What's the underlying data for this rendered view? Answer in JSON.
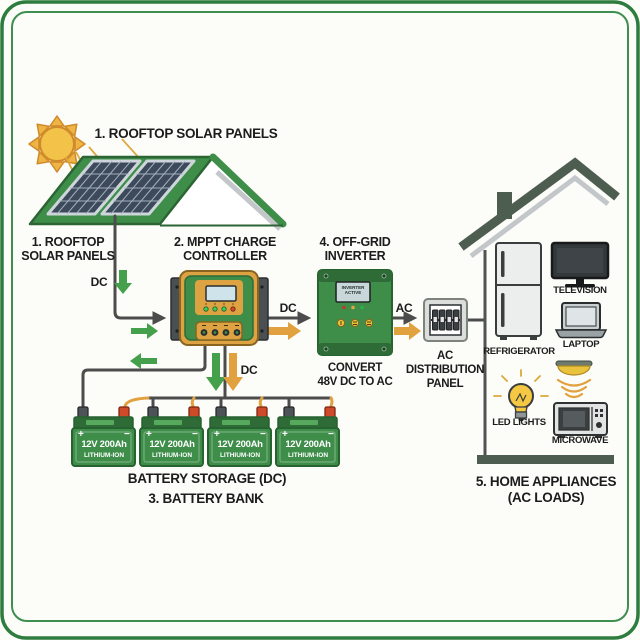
{
  "labels": {
    "top_title": "1. ROOFTOP SOLAR PANELS",
    "solar": {
      "line1": "1. ROOFTOP",
      "line2": "SOLAR PANELS",
      "wire": "DC"
    },
    "controller": {
      "line1": "2. MPPT CHARGE",
      "line2": "CONTROLLER"
    },
    "controller_to_inverter_wire": "DC",
    "inverter": {
      "line1": "4. OFF-GRID",
      "line2": "INVERTER",
      "screen1": "INVERTER",
      "screen2": "ACTIVE",
      "caption1": "CONVERT",
      "caption2": "48V DC TO AC"
    },
    "inverter_to_panel_wire": "AC",
    "distribution": {
      "line1": "AC",
      "line2": "DISTRIBUTION",
      "line3": "PANEL"
    },
    "battery": {
      "wire": "DC",
      "caption": "BATTERY STORAGE (DC)",
      "title": "3. BATTERY BANK"
    },
    "home": {
      "title1": "5. HOME APPLIANCES",
      "title2": "(AC LOADS)"
    }
  },
  "batteries": [
    {
      "capacity": "12V 200Ah",
      "chemistry": "LITHIUM-ION",
      "plus": "+",
      "minus": "−"
    },
    {
      "capacity": "12V 200Ah",
      "chemistry": "LITHIUM-ION",
      "plus": "+",
      "minus": "−"
    },
    {
      "capacity": "12V 200Ah",
      "chemistry": "LITHIUM-ION",
      "plus": "+",
      "minus": "−"
    },
    {
      "capacity": "12V 200Ah",
      "chemistry": "LITHIUM-ION",
      "plus": "+",
      "minus": "−"
    }
  ],
  "appliances": {
    "refrigerator": "REFRIGERATOR",
    "television": "TELEVISION",
    "laptop": "LAPTOP",
    "led_lights": "LED LIGHTS",
    "microwave": "MICROWAVE"
  },
  "colors": {
    "border_green": "#2e7d3e",
    "roof_green": "#3e8e4a",
    "dark_green": "#2f6b37",
    "house_green": "#4d5d4f",
    "wire_gray": "#4c4c4c",
    "accent_orange": "#e2a13f",
    "flow_green": "#45a04b",
    "terminal_red": "#cf4a28",
    "controller_tan": "#dda342",
    "sun_yellow": "#f2c249",
    "text_dark": "#1c1c1c"
  }
}
